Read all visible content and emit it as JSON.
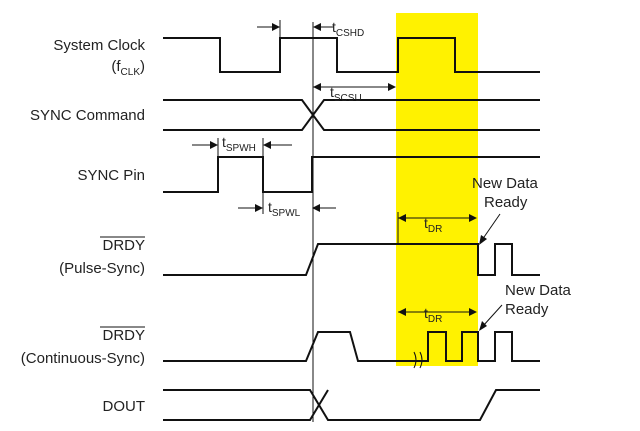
{
  "signals": {
    "system_clock": {
      "line1": "System Clock",
      "line2_main": "(f",
      "line2_sub": "CLK",
      "line2_end": ")"
    },
    "sync_command": {
      "line1": "SYNC Command"
    },
    "sync_pin": {
      "line1": "SYNC Pin"
    },
    "drdy_pulse": {
      "line1": "DRDY",
      "line2": "(Pulse-Sync)"
    },
    "drdy_continuous": {
      "line1": "DRDY",
      "line2": "(Continuous-Sync)"
    },
    "dout": {
      "line1": "DOUT"
    }
  },
  "timing": {
    "tcshd": {
      "main": "t",
      "sub": "CSHD"
    },
    "tcscu": {
      "main": "t",
      "sub": "SCSU"
    },
    "tspwh": {
      "main": "t",
      "sub": "SPWH"
    },
    "tspwl": {
      "main": "t",
      "sub": "SPWL"
    },
    "tdr1": {
      "main": "t",
      "sub": "DR"
    },
    "tdr2": {
      "main": "t",
      "sub": "DR"
    }
  },
  "annotations": {
    "new_data_1": {
      "line1": "New Data",
      "line2": "Ready"
    },
    "new_data_2": {
      "line1": "New Data",
      "line2": "Ready"
    }
  },
  "colors": {
    "highlight": "#fff200",
    "line": "#111111"
  }
}
